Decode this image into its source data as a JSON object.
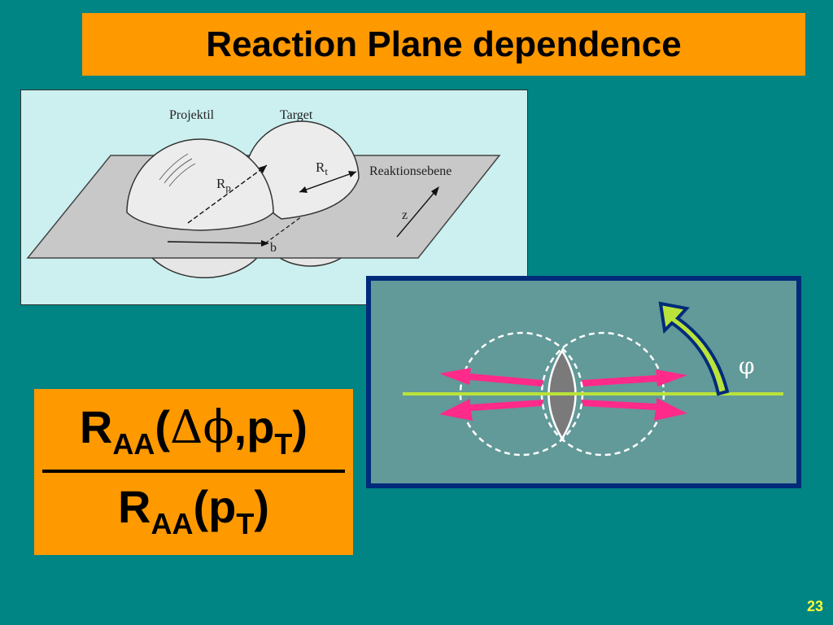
{
  "slide": {
    "title": "Reaction Plane dependence",
    "page_number": "23"
  },
  "collision_diagram": {
    "projectile_label": "Projektil",
    "target_label": "Target",
    "reaction_plane_label": "Reaktionsebene",
    "radius_projectile_main": "R",
    "radius_projectile_sub": "p",
    "radius_target_main": "R",
    "radius_target_sub": "t",
    "z_label": "z",
    "b_label": "b"
  },
  "overlap_diagram": {
    "phi_label": "φ",
    "colors": {
      "background": "#629999",
      "border": "#002b7a",
      "reaction_plane_line": "#b9e33a",
      "emission_arrows": "#ff2a8a",
      "rotation_arrow": "#b9e33a",
      "overlap_region": "#7a7a7a"
    }
  },
  "formula": {
    "numerator": {
      "r": "R",
      "sub_aa": "AA",
      "open": "(",
      "delta": "Δ",
      "phi": "ϕ",
      "comma_p": ",p",
      "sub_t": "T",
      "close": ")"
    },
    "denominator": {
      "r": "R",
      "sub_aa": "AA",
      "open_p": "(p",
      "sub_t": "T",
      "close": ")"
    }
  },
  "colors": {
    "slide_background": "#008484",
    "title_box": "#ff9900",
    "formula_box": "#ff9900",
    "page_number": "#ffff33"
  }
}
